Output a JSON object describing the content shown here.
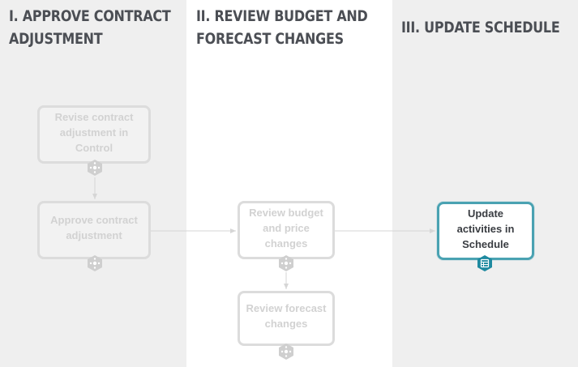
{
  "columns": [
    {
      "title_line1": "I. APPROVE CONTRACT",
      "title_line2": "ADJUSTMENT"
    },
    {
      "title_line1": "II. REVIEW BUDGET AND",
      "title_line2": "FORECAST CHANGES"
    },
    {
      "title_line1": "III. UPDATE SCHEDULE",
      "title_line2": ""
    }
  ],
  "steps": {
    "revise_contract": {
      "label": "Revise contract adjustment in Control",
      "icon": "control-hex-icon",
      "state": "inactive"
    },
    "approve_contract": {
      "label": "Approve contract adjustment",
      "icon": "control-hex-icon",
      "state": "inactive"
    },
    "review_budget": {
      "label": "Review budget and price changes",
      "icon": "control-hex-icon",
      "state": "inactive"
    },
    "review_forecast": {
      "label": "Review forecast changes",
      "icon": "control-hex-icon",
      "state": "inactive"
    },
    "update_schedule": {
      "label": "Update activities in Schedule",
      "icon": "schedule-hex-icon",
      "state": "active"
    }
  },
  "colors": {
    "column_gray": "#efefef",
    "title_text": "#4b4e54",
    "inactive_border": "#dcdcdc",
    "inactive_text": "#d2d2d2",
    "active_border": "#4aa2b2",
    "active_icon": "#1f8aa0",
    "inactive_icon": "#cfcfcf"
  }
}
